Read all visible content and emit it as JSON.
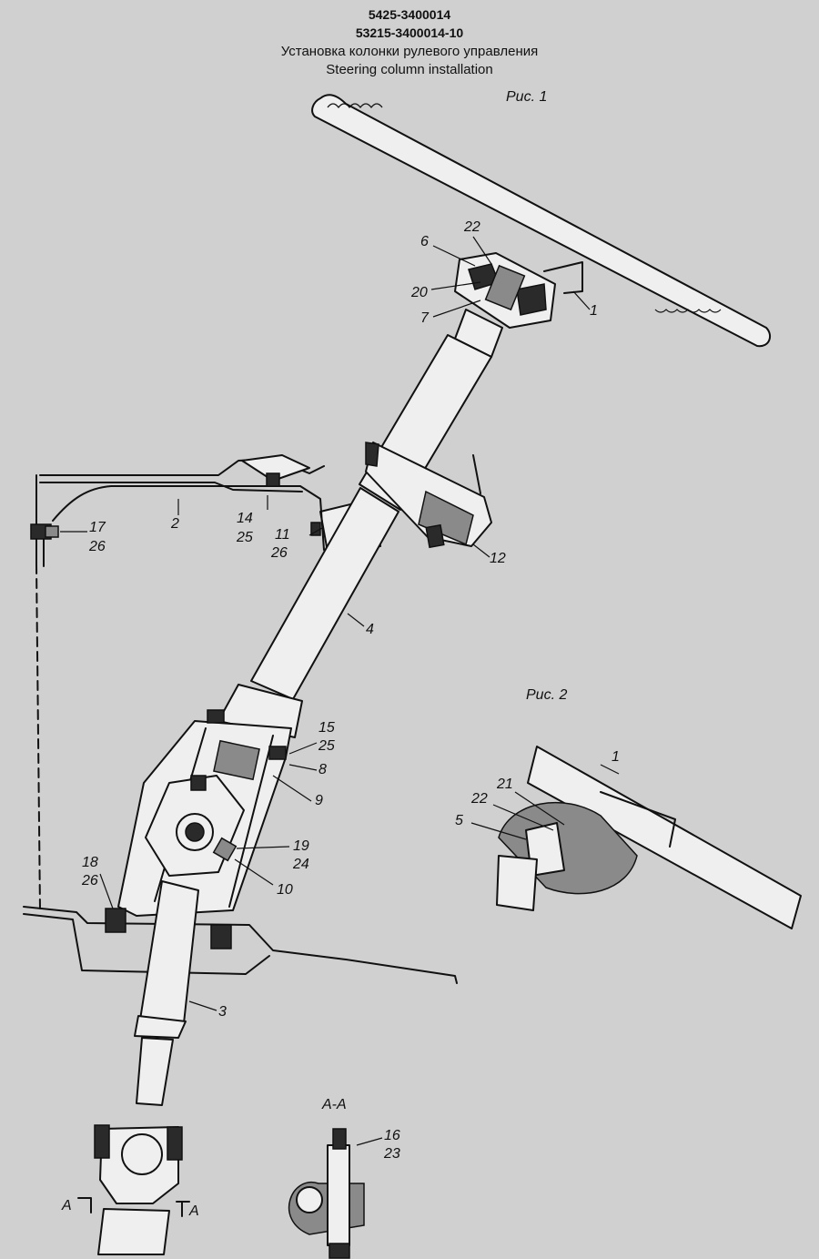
{
  "header": {
    "code_1": "5425-3400014",
    "code_2": "53215-3400014-10",
    "title_ru": "Установка колонки рулевого управления",
    "title_en": "Steering column installation"
  },
  "figures": {
    "fig1_caption": "Рис. 1",
    "fig2_caption": "Рис. 2",
    "section_caption": "А-А",
    "section_mark_left": "А",
    "section_mark_right": "А"
  },
  "callouts": {
    "c22_top": "22",
    "c6": "6",
    "c20": "20",
    "c7": "7",
    "c1_top": "1",
    "c2": "2",
    "c17": "17",
    "c26_a": "26",
    "c14": "14",
    "c25_a": "25",
    "c11": "11",
    "c26_b": "26",
    "c12": "12",
    "c4": "4",
    "c15": "15",
    "c25_b": "25",
    "c8": "8",
    "c9": "9",
    "c19": "19",
    "c24": "24",
    "c10": "10",
    "c18": "18",
    "c26_c": "26",
    "c3": "3",
    "c16": "16",
    "c23": "23",
    "c1_fig2": "1",
    "c21": "21",
    "c22_fig2": "22",
    "c5": "5"
  },
  "colors": {
    "background": "#d0d0d0",
    "ink": "#111111",
    "part_fill": "#efefef"
  }
}
